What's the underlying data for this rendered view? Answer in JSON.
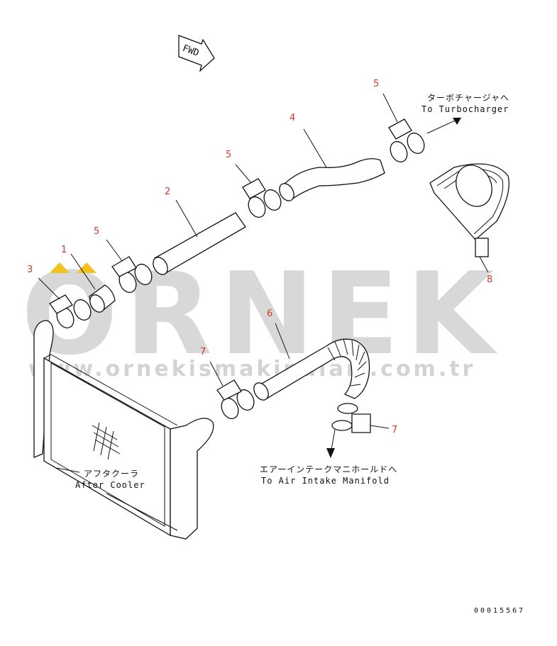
{
  "watermark": {
    "brand": "ORNEK",
    "url": "www.ornekismakinalari.com.tr",
    "accent_color": "#f2c21a"
  },
  "direction_marker": "FWD",
  "callouts": [
    "3",
    "1",
    "5",
    "2",
    "5",
    "4",
    "5",
    "8",
    "6",
    "7",
    "7"
  ],
  "notes": {
    "turbo_jp": "ターボチャージャへ",
    "turbo_en": "To Turbocharger",
    "intake_jp": "エアーインテークマニホールドへ",
    "intake_en": "To Air Intake Manifold",
    "cooler_jp": "アフタクーラ",
    "cooler_en": "After Cooler"
  },
  "doc_number": "00015567",
  "colors": {
    "callout": "#d23a2a",
    "line": "#111111"
  }
}
